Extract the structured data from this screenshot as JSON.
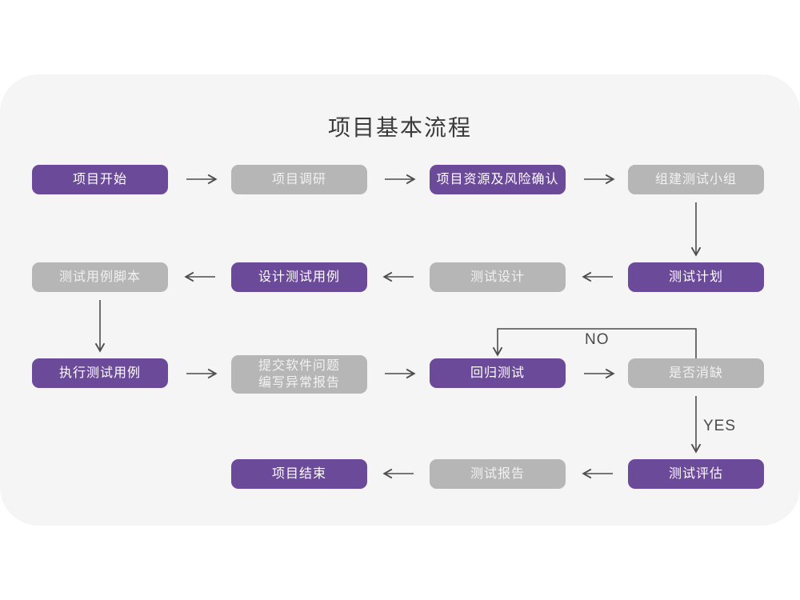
{
  "title": "项目基本流程",
  "edge_labels": {
    "no": "NO",
    "yes": "YES"
  },
  "colors": {
    "page_background": "#FFFFFF",
    "card_background": "#F6F5F6",
    "node_purple": "#6B4A99",
    "node_gray": "#B6B6B6",
    "node_text": "#FFFFFF",
    "connector": "#4D4D4D",
    "title_text": "#3B3B3B"
  },
  "nodes": {
    "project_start": {
      "label": "项目开始",
      "variant": "purple"
    },
    "project_research": {
      "label": "项目调研",
      "variant": "gray"
    },
    "risk_confirm": {
      "label": "项目资源及风险确认",
      "variant": "purple"
    },
    "build_team": {
      "label": "组建测试小组",
      "variant": "gray"
    },
    "test_plan": {
      "label": "测试计划",
      "variant": "purple"
    },
    "test_design": {
      "label": "测试设计",
      "variant": "gray"
    },
    "design_cases": {
      "label": "设计测试用例",
      "variant": "purple"
    },
    "case_scripts": {
      "label": "测试用例脚本",
      "variant": "gray"
    },
    "run_cases": {
      "label": "执行测试用例",
      "variant": "purple"
    },
    "submit_issues": {
      "label": "提交软件问题\n编写异常报告",
      "variant": "gray"
    },
    "regression_test": {
      "label": "回归测试",
      "variant": "purple"
    },
    "defect_cleared": {
      "label": "是否消缺",
      "variant": "gray"
    },
    "test_evaluation": {
      "label": "测试评估",
      "variant": "purple"
    },
    "test_report": {
      "label": "测试报告",
      "variant": "gray"
    },
    "project_end": {
      "label": "项目结束",
      "variant": "purple"
    }
  }
}
